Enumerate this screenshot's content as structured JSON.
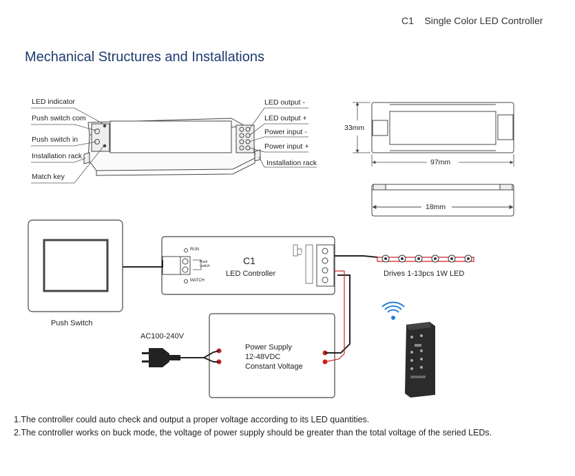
{
  "header": {
    "model": "C1",
    "product": "Single Color LED Controller"
  },
  "section_title": "Mechanical Structures and Installations",
  "left_callouts": {
    "led_indicator": "LED indicator",
    "push_switch_com": "Push switch com",
    "push_switch_in": "Push switch in",
    "installation_rack": "Installation rack",
    "match_key": "Match key"
  },
  "right_callouts": {
    "led_output_neg": "LED output -",
    "led_output_pos": "LED output +",
    "power_input_neg": "Power input -",
    "power_input_pos": "Power input +",
    "installation_rack": "Installation rack"
  },
  "dimensions": {
    "height": "33mm",
    "width": "97mm",
    "depth": "18mm"
  },
  "wiring": {
    "push_switch_label": "Push Switch",
    "controller_model": "C1",
    "controller_name": "LED Controller",
    "run_label": "RUN",
    "match_label": "MATCH",
    "push_switch_side_label": "Push Switch",
    "led_strip_label": "Drives 1-13pcs 1W LED",
    "ac_label": "AC100-240V",
    "psu_line1": "Power Supply",
    "psu_line2": "12-48VDC",
    "psu_line3": "Constant Voltage"
  },
  "notes": [
    "1.The controller could auto check and output a proper voltage according to its LED quantities.",
    "2.The controller works on buck mode, the voltage of power supply should be greater than the total voltage of the seried LEDs."
  ],
  "colors": {
    "title_blue": "#1e3a6e",
    "wire_red": "#cc2222",
    "line_gray": "#555555"
  }
}
